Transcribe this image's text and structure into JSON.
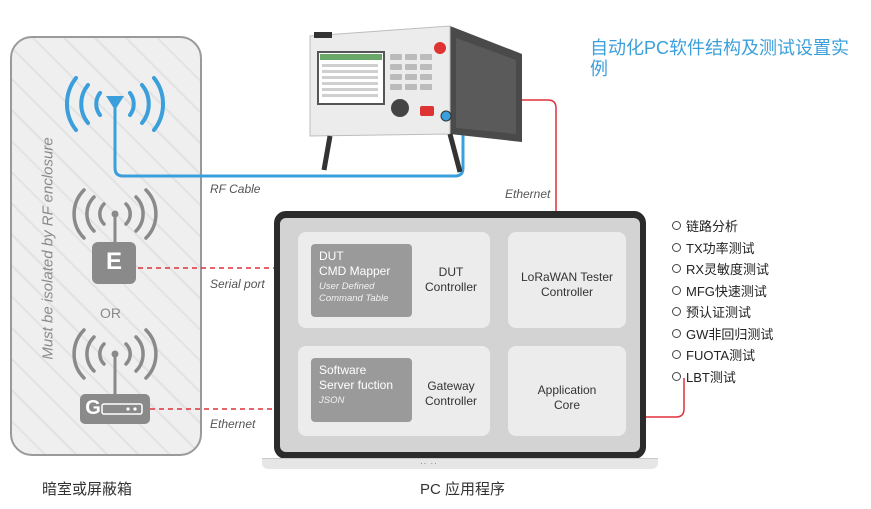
{
  "title": "自动化PC软件结构及测试设置实例",
  "enclosure": {
    "side_text": "Must be isolated by RF enclosure",
    "or_label": "OR",
    "caption": "暗室或屏蔽箱",
    "device_e_letter": "E",
    "device_g_letter": "G"
  },
  "cables": {
    "rf_cable": "RF Cable",
    "ethernet_top": "Ethernet",
    "serial_port": "Serial port",
    "ethernet_bottom": "Ethernet"
  },
  "pc": {
    "caption": "PC 应用程序",
    "dut_mapper": {
      "title_line1": "DUT",
      "title_line2": "CMD Mapper",
      "sub_line1": "User Defined",
      "sub_line2": "Command Table"
    },
    "dut_controller": {
      "line1": "DUT",
      "line2": "Controller"
    },
    "lorawan_controller": {
      "line1": "LoRaWAN Tester",
      "line2": "Controller"
    },
    "software_server": {
      "line1": "Software",
      "line2": "Server fuction",
      "sub": "JSON"
    },
    "gateway_controller": {
      "line1": "Gateway",
      "line2": "Controller"
    },
    "application_core": {
      "line1": "Application",
      "line2": "Core"
    },
    "base_dots": "·· ··"
  },
  "tests": [
    "链路分析",
    "TX功率测试",
    "RX灵敏度测试",
    "MFG快速测试",
    "预认证测试",
    "GW非回归测试",
    "FUOTA测试",
    "LBT测试"
  ],
  "colors": {
    "accent_blue": "#3b9fdc",
    "cable_red": "#e0303a",
    "device_gray": "#8a8a8a"
  }
}
